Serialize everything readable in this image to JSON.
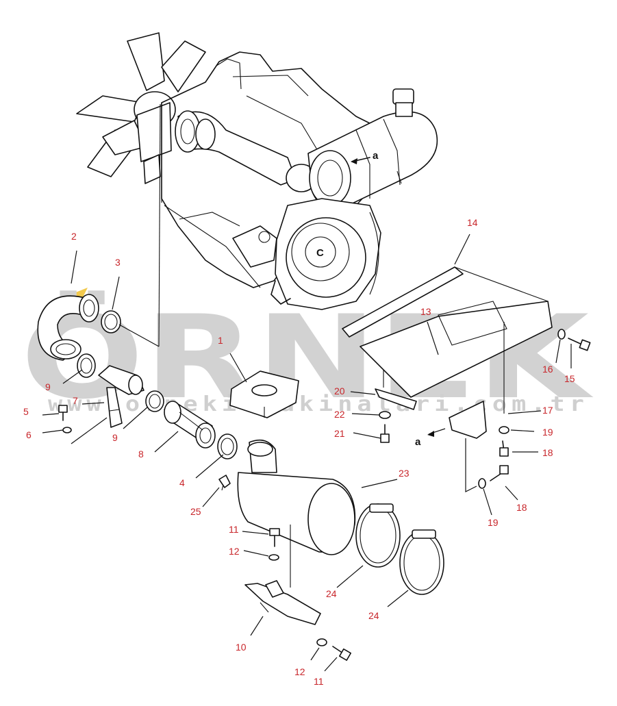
{
  "watermark": {
    "brand": "ÖRNEK",
    "url": "www.ornekismakinalari.com.tr",
    "brand_color": "#d2d2d2",
    "accent_color": "#f2c94c"
  },
  "callout_color": "#c8252a",
  "callouts": {
    "c1": "1",
    "c2": "2",
    "c3": "3",
    "c4": "4",
    "c5": "5",
    "c6": "6",
    "c7": "7",
    "c8": "8",
    "c9a": "9",
    "c9b": "9",
    "c10": "10",
    "c11a": "11",
    "c11b": "11",
    "c12a": "12",
    "c12b": "12",
    "c13": "13",
    "c14": "14",
    "c15": "15",
    "c16": "16",
    "c17": "17",
    "c18a": "18",
    "c18b": "18",
    "c19a": "19",
    "c19b": "19",
    "c20": "20",
    "c21": "21",
    "c22": "22",
    "c23": "23",
    "c24a": "24",
    "c24b": "24",
    "c25": "25"
  },
  "view_refs": {
    "a_top": "a",
    "a_bottom": "a",
    "c": "C"
  }
}
